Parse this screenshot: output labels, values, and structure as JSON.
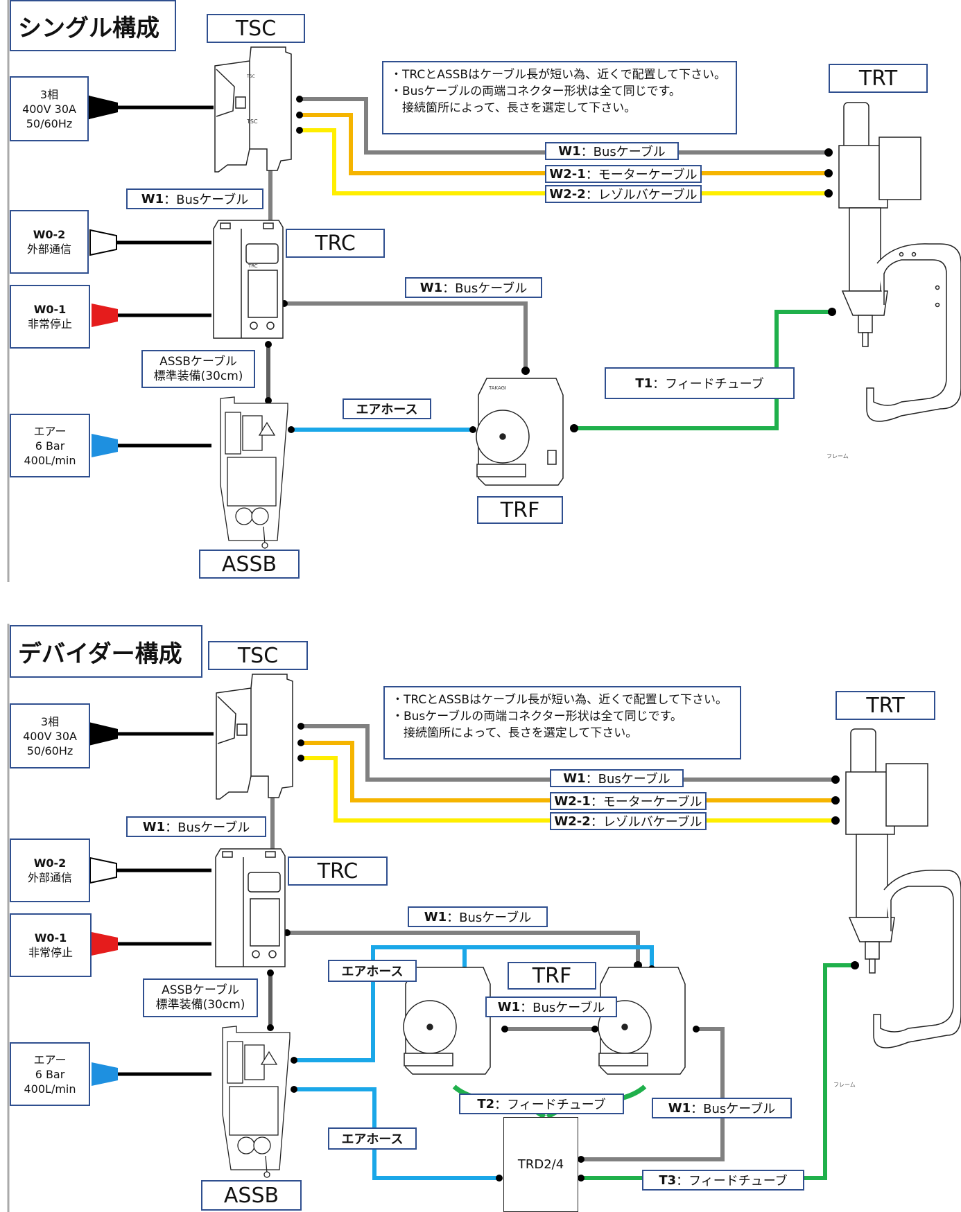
{
  "colors": {
    "bus": "#808080",
    "motor": "#f5b400",
    "resolver": "#ffee00",
    "air": "#1aa7e8",
    "tube": "#1fb04b",
    "power": "#000000",
    "comm": "#ffffff",
    "estop": "#e51c1c",
    "air_plug": "#1e90e0",
    "box_border": "#2f4f8f"
  },
  "single": {
    "title": "シングル構成",
    "units": {
      "tsc": "TSC",
      "trc": "TRC",
      "trt": "TRT",
      "trf": "TRF",
      "assb": "ASSB"
    },
    "sources": {
      "power": {
        "line1": "3相",
        "line2": "400V 30A",
        "line3": "50/60Hz"
      },
      "comm": {
        "line1": "W0-2",
        "line2": "外部通信"
      },
      "estop": {
        "line1": "W0-1",
        "line2": "非常停止"
      },
      "air": {
        "line1": "エアー",
        "line2": "6 Bar",
        "line3": "400L/min"
      }
    },
    "note": {
      "line1": "・TRCとASSBはケーブル長が短い為、近くで配置して下さい。",
      "line2": "・Busケーブルの両端コネクター形状は全て同じです。",
      "line3": "　接続箇所によって、長さを選定して下さい。"
    },
    "labels": {
      "w1_top": {
        "code": "W1",
        "text": "：Busケーブル"
      },
      "w21": {
        "code": "W2-1",
        "text": "：モーターケーブル"
      },
      "w22": {
        "code": "W2-2",
        "text": "：レゾルバケーブル"
      },
      "w1_tsc_trc": {
        "code": "W1",
        "text": "：Busケーブル"
      },
      "w1_trc_trf": {
        "code": "W1",
        "text": "：Busケーブル"
      },
      "assb_cable": {
        "line1": "ASSBケーブル",
        "line2": "標準装備(30cm)"
      },
      "air_hose": "エアホース",
      "t1": {
        "code": "T1",
        "text": "：フィードチューブ"
      }
    },
    "frame_label": "フレーム"
  },
  "divider": {
    "title": "デバイダー構成",
    "units": {
      "tsc": "TSC",
      "trc": "TRC",
      "trt": "TRT",
      "trf": "TRF",
      "assb": "ASSB",
      "trd": "TRD2/4"
    },
    "sources": {
      "power": {
        "line1": "3相",
        "line2": "400V 30A",
        "line3": "50/60Hz"
      },
      "comm": {
        "line1": "W0-2",
        "line2": "外部通信"
      },
      "estop": {
        "line1": "W0-1",
        "line2": "非常停止"
      },
      "air": {
        "line1": "エアー",
        "line2": "6 Bar",
        "line3": "400L/min"
      }
    },
    "note": {
      "line1": "・TRCとASSBはケーブル長が短い為、近くで配置して下さい。",
      "line2": "・Busケーブルの両端コネクター形状は全て同じです。",
      "line3": "　接続箇所によって、長さを選定して下さい。"
    },
    "labels": {
      "w1_top": {
        "code": "W1",
        "text": "：Busケーブル"
      },
      "w21": {
        "code": "W2-1",
        "text": "：モーターケーブル"
      },
      "w22": {
        "code": "W2-2",
        "text": "：レゾルバケーブル"
      },
      "w1_tsc_trc": {
        "code": "W1",
        "text": "：Busケーブル"
      },
      "w1_trc_trf": {
        "code": "W1",
        "text": "：Busケーブル"
      },
      "assb_cable": {
        "line1": "ASSBケーブル",
        "line2": "標準装備(30cm)"
      },
      "air_hose_top": "エアホース",
      "air_hose_bottom": "エアホース",
      "w1_trf_trf": {
        "code": "W1",
        "text": "：Busケーブル"
      },
      "w1_trf_trd": {
        "code": "W1",
        "text": "：Busケーブル"
      },
      "t2": {
        "code": "T2",
        "text": "：フィードチューブ"
      },
      "t3": {
        "code": "T3",
        "text": "：フィードチューブ"
      }
    },
    "frame_label": "フレーム"
  }
}
